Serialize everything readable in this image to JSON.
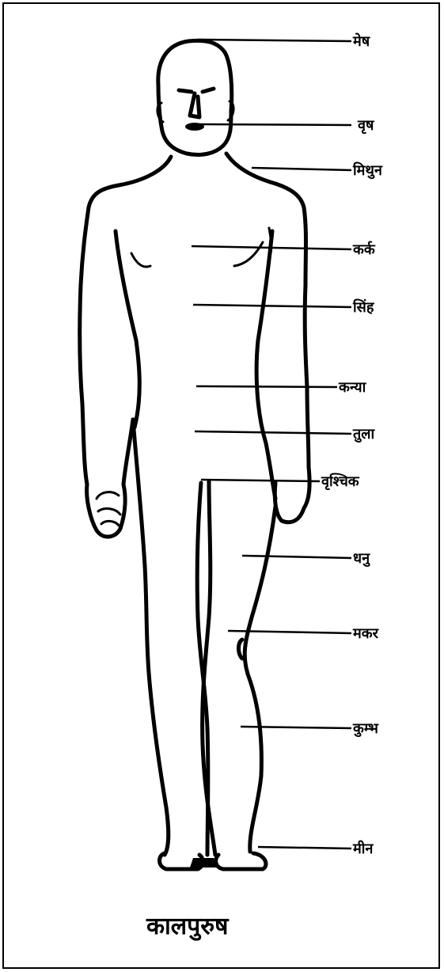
{
  "diagram": {
    "caption": "कालपुरुष",
    "signs": [
      {
        "label": "मेष"
      },
      {
        "label": "वृष"
      },
      {
        "label": "मिथुन"
      },
      {
        "label": "कर्क"
      },
      {
        "label": "सिंह"
      },
      {
        "label": "कन्या"
      },
      {
        "label": "तुला"
      },
      {
        "label": "वृश्चिक"
      },
      {
        "label": "धनु"
      },
      {
        "label": "मकर"
      },
      {
        "label": "कुम्भ"
      },
      {
        "label": "मीन"
      }
    ]
  },
  "colors": {
    "ink": "#000000",
    "background": "#ffffff"
  }
}
